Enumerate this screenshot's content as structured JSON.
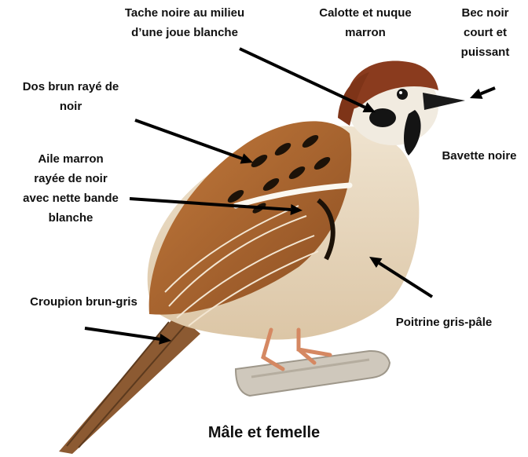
{
  "colors": {
    "arrow": "#000000",
    "plumage_chestnut": "#8a3b1e",
    "plumage_brown": "#b36a32",
    "breast_pale": "#e7d6bd",
    "black_mark": "#141414",
    "branch": "#c9c2b6"
  },
  "labels": {
    "cheek_spot": [
      "Tache noire au milieu",
      "d’une joue blanche"
    ],
    "cap": [
      "Calotte et nuque",
      "marron"
    ],
    "beak": [
      "Bec noir",
      "court et",
      "puissant"
    ],
    "back": [
      "Dos brun rayé de",
      "noir"
    ],
    "bib": [
      "Bavette noire"
    ],
    "wing": [
      "Aile marron",
      "rayée de noir",
      "avec nette bande",
      "blanche"
    ],
    "rump": [
      "Croupion brun-gris"
    ],
    "breast": [
      "Poitrine gris-pâle"
    ]
  },
  "caption": "Mâle et femelle"
}
